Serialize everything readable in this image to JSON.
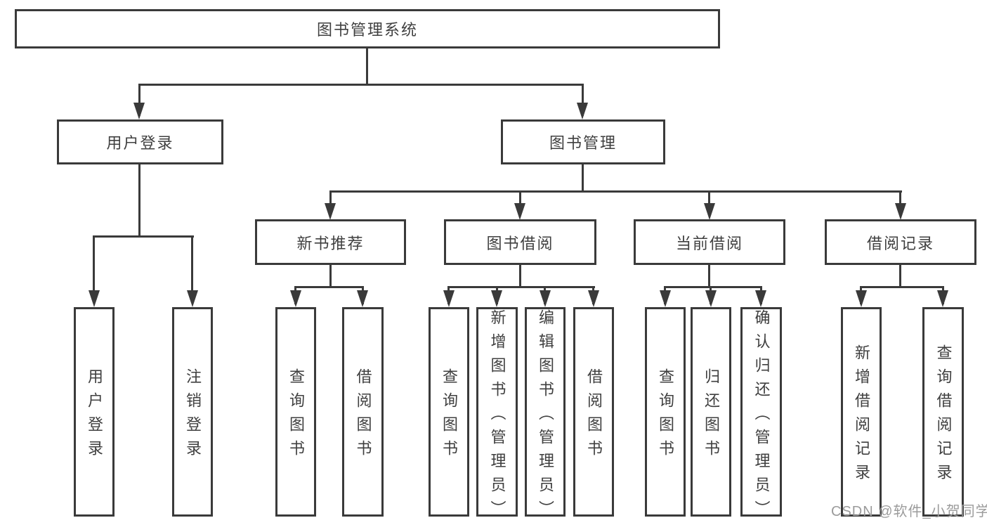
{
  "diagram": {
    "type": "hierarchy-tree",
    "root": {
      "label": "图书管理系统"
    },
    "branches": [
      {
        "label": "用户登录",
        "children": [
          {
            "label": "用户登录"
          },
          {
            "label": "注销登录"
          }
        ]
      },
      {
        "label": "图书管理",
        "children": [
          {
            "label": "新书推荐",
            "children": [
              {
                "label": "查询图书"
              },
              {
                "label": "借阅图书"
              }
            ]
          },
          {
            "label": "图书借阅",
            "children": [
              {
                "label": "查询图书"
              },
              {
                "label": "新增图书（管理员）"
              },
              {
                "label": "编辑图书（管理员）"
              },
              {
                "label": "借阅图书"
              }
            ]
          },
          {
            "label": "当前借阅",
            "children": [
              {
                "label": "查询图书"
              },
              {
                "label": "归还图书"
              },
              {
                "label": "确认归还（管理员）"
              }
            ]
          },
          {
            "label": "借阅记录",
            "children": [
              {
                "label": "新增借阅记录"
              },
              {
                "label": "查询借阅记录"
              }
            ]
          }
        ]
      }
    ]
  },
  "watermark": {
    "label": "CSDN @软件_小贺同学",
    "color": "#9b9b9b"
  },
  "colors": {
    "line": "#3a3a3a",
    "text": "#3f3f3f",
    "background": "#ffffff"
  }
}
